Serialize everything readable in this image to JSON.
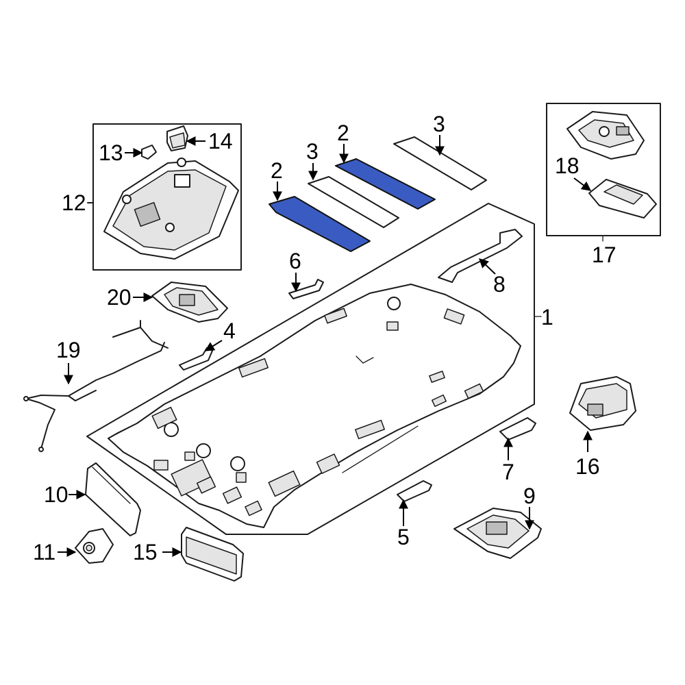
{
  "colors": {
    "highlight": "#3a5cc2",
    "line": "#1a1a1a",
    "background": "#ffffff"
  },
  "callouts": [
    {
      "id": "c1",
      "text": "1"
    },
    {
      "id": "c2a",
      "text": "2"
    },
    {
      "id": "c2b",
      "text": "2"
    },
    {
      "id": "c3a",
      "text": "3"
    },
    {
      "id": "c3b",
      "text": "3"
    },
    {
      "id": "c4",
      "text": "4"
    },
    {
      "id": "c5",
      "text": "5"
    },
    {
      "id": "c6",
      "text": "6"
    },
    {
      "id": "c7",
      "text": "7"
    },
    {
      "id": "c8",
      "text": "8"
    },
    {
      "id": "c9",
      "text": "9"
    },
    {
      "id": "c10",
      "text": "10"
    },
    {
      "id": "c11",
      "text": "11"
    },
    {
      "id": "c12",
      "text": "12"
    },
    {
      "id": "c13",
      "text": "13"
    },
    {
      "id": "c14",
      "text": "14"
    },
    {
      "id": "c15",
      "text": "15"
    },
    {
      "id": "c16",
      "text": "16"
    },
    {
      "id": "c17",
      "text": "17"
    },
    {
      "id": "c18",
      "text": "18"
    },
    {
      "id": "c19",
      "text": "19"
    },
    {
      "id": "c20",
      "text": "20"
    }
  ]
}
